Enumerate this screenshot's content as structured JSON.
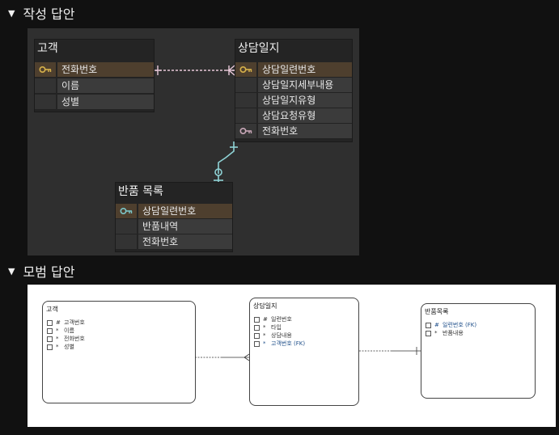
{
  "section1": {
    "title": "작성 답안"
  },
  "section2": {
    "title": "모범 답안"
  },
  "erd1": {
    "entities": [
      {
        "id": "customer",
        "title": "고객",
        "rows": [
          {
            "label": "전화번호",
            "key": "pk"
          },
          {
            "label": "이름",
            "key": ""
          },
          {
            "label": "성별",
            "key": ""
          }
        ]
      },
      {
        "id": "consult",
        "title": "상담일지",
        "rows": [
          {
            "label": "상담일련번호",
            "key": "pk"
          },
          {
            "label": "상담일지세부내용",
            "key": ""
          },
          {
            "label": "상담일지유형",
            "key": ""
          },
          {
            "label": "상담요청유형",
            "key": ""
          },
          {
            "label": "전화번호",
            "key": "fk"
          }
        ]
      },
      {
        "id": "returns",
        "title": "반품 목록",
        "rows": [
          {
            "label": "상담일련번호",
            "key": "fk2"
          },
          {
            "label": "반품내역",
            "key": ""
          },
          {
            "label": "전화번호",
            "key": ""
          }
        ]
      }
    ]
  },
  "erd2": {
    "entities": [
      {
        "id": "m_customer",
        "title": "고객",
        "attrs": [
          {
            "mark": "#",
            "label": "고객번호",
            "fk": false
          },
          {
            "mark": "*",
            "label": "이름",
            "fk": false
          },
          {
            "mark": "*",
            "label": "전화번호",
            "fk": false
          },
          {
            "mark": "*",
            "label": "성별",
            "fk": false
          }
        ]
      },
      {
        "id": "m_consult",
        "title": "상담일지",
        "attrs": [
          {
            "mark": "#",
            "label": "일련번호",
            "fk": false
          },
          {
            "mark": "*",
            "label": "타입",
            "fk": false
          },
          {
            "mark": "*",
            "label": "상담내용",
            "fk": false
          },
          {
            "mark": "*",
            "label": "고객번호 (FK)",
            "fk": true
          }
        ]
      },
      {
        "id": "m_returns",
        "title": "반품목록",
        "attrs": [
          {
            "mark": "#",
            "label": "일련번호 (FK)",
            "fk": true
          },
          {
            "mark": "*",
            "label": "반품내용",
            "fk": false
          }
        ]
      }
    ]
  },
  "colors": {
    "pk_key": "#d8b24a",
    "fk_key": "#c9a8b8",
    "fk2_key": "#7cc6c9",
    "rel_pink": "#e8c8d8",
    "rel_teal": "#8fd3d6"
  }
}
